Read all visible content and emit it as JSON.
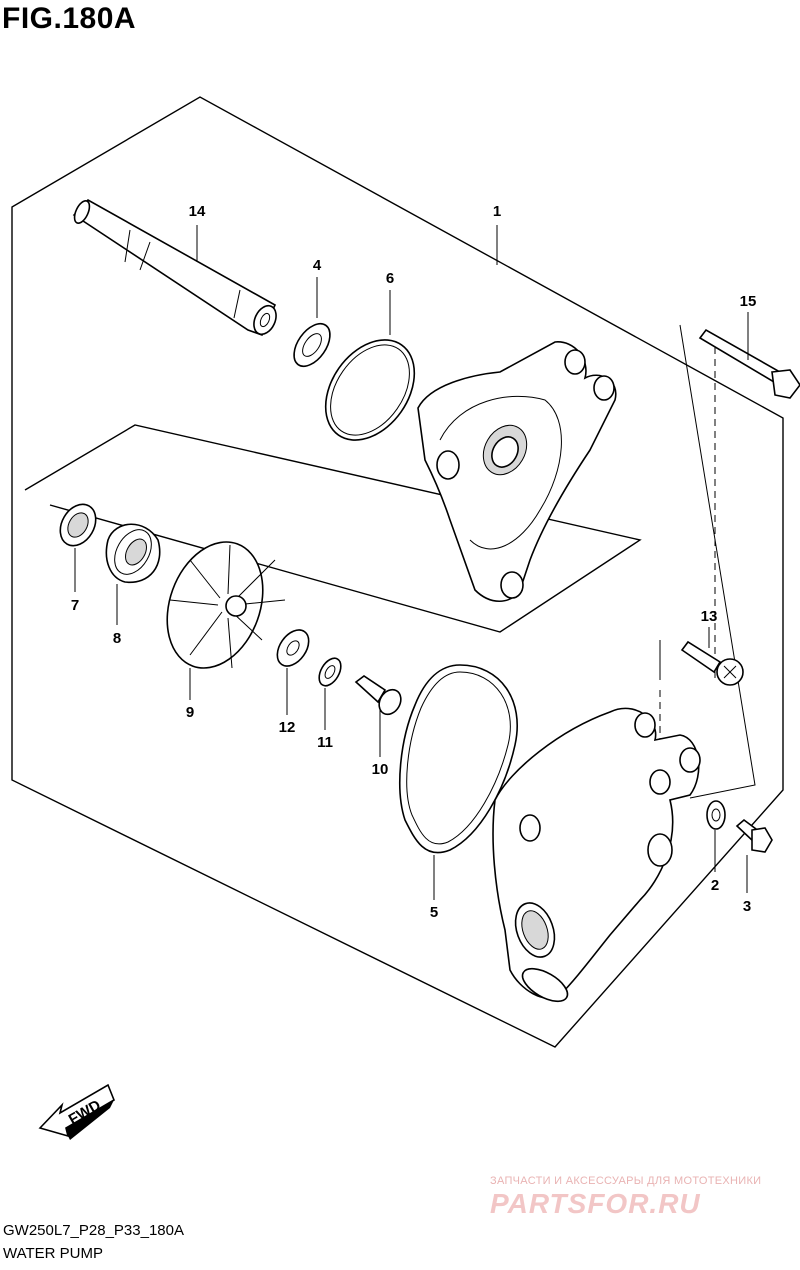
{
  "figure": {
    "title": "FIG.180A",
    "code": "GW250L7_P28_P33_180A",
    "name": "WATER PUMP",
    "fwd_label": "FWD"
  },
  "callouts": {
    "c1": "1",
    "c2": "2",
    "c3": "3",
    "c4": "4",
    "c5": "5",
    "c6": "6",
    "c7": "7",
    "c8": "8",
    "c9": "9",
    "c10": "10",
    "c11": "11",
    "c12": "12",
    "c13": "13",
    "c14": "14",
    "c15": "15"
  },
  "watermark": {
    "line1": "ЗАПЧАСТИ И АКСЕССУАРЫ ДЛЯ МОТОТЕХНИКИ",
    "line2": "PARTSFOR.RU"
  }
}
